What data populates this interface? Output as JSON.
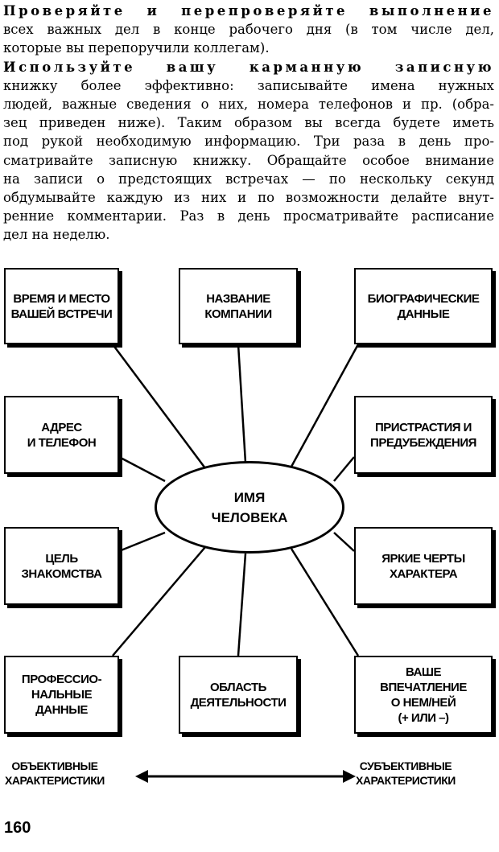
{
  "body_text": {
    "lines": [
      "Проверяйте и перепроверяйте выполнение",
      "всех важных дел в конце рабочего дня (в том числе дел,",
      "которые вы перепоручили коллегам).",
      "Используйте вашу карманную записную",
      "книжку более эффективно: записывайте имена нужных",
      "людей, важные сведения о них, номера телефонов и пр. (обра-",
      "зец приведен ниже). Таким образом вы всегда будете иметь",
      "под рукой необходимую информацию. Три раза в день про-",
      "сматривайте записную книжку. Обращайте особое внимание",
      "на записи о предстоящих встречах — по нескольку секунд",
      "обдумывайте каждую из них и по возможности делайте внут-",
      "ренние комментарии. Раз в день просматривайте расписание",
      "дел на неделю."
    ]
  },
  "diagram": {
    "center": "ИМЯ\nЧЕЛОВЕКА",
    "boxes": {
      "time_place": "ВРЕМЯ И МЕСТО\nВАШЕЙ ВСТРЕЧИ",
      "company": "НАЗВАНИЕ\nКОМПАНИИ",
      "bio": "БИОГРАФИЧЕСКИЕ\nДАННЫЕ",
      "address": "АДРЕС\nИ ТЕЛЕФОН",
      "biases": "ПРИСТРАСТИЯ И\nПРЕДУБЕЖДЕНИЯ",
      "purpose": "ЦЕЛЬ\nЗНАКОМСТВА",
      "traits": "ЯРКИЕ ЧЕРТЫ\nХАРАКТЕРА",
      "professional": "ПРОФЕССИО-\nНАЛЬНЫЕ ДАННЫЕ",
      "field": "ОБЛАСТЬ\nДЕЯТЕЛЬНОСТИ",
      "impression": "ВАШЕ\nВПЕЧАТЛЕНИЕ\nО НЕМ/НЕЙ\n(+ ИЛИ –)"
    },
    "axis_left": "ОБЪЕКТИВНЫЕ\nХАРАКТЕРИСТИКИ",
    "axis_right": "СУБЪЕКТИВНЫЕ\nХАРАКТЕРИСТИКИ"
  },
  "page_number": "160"
}
